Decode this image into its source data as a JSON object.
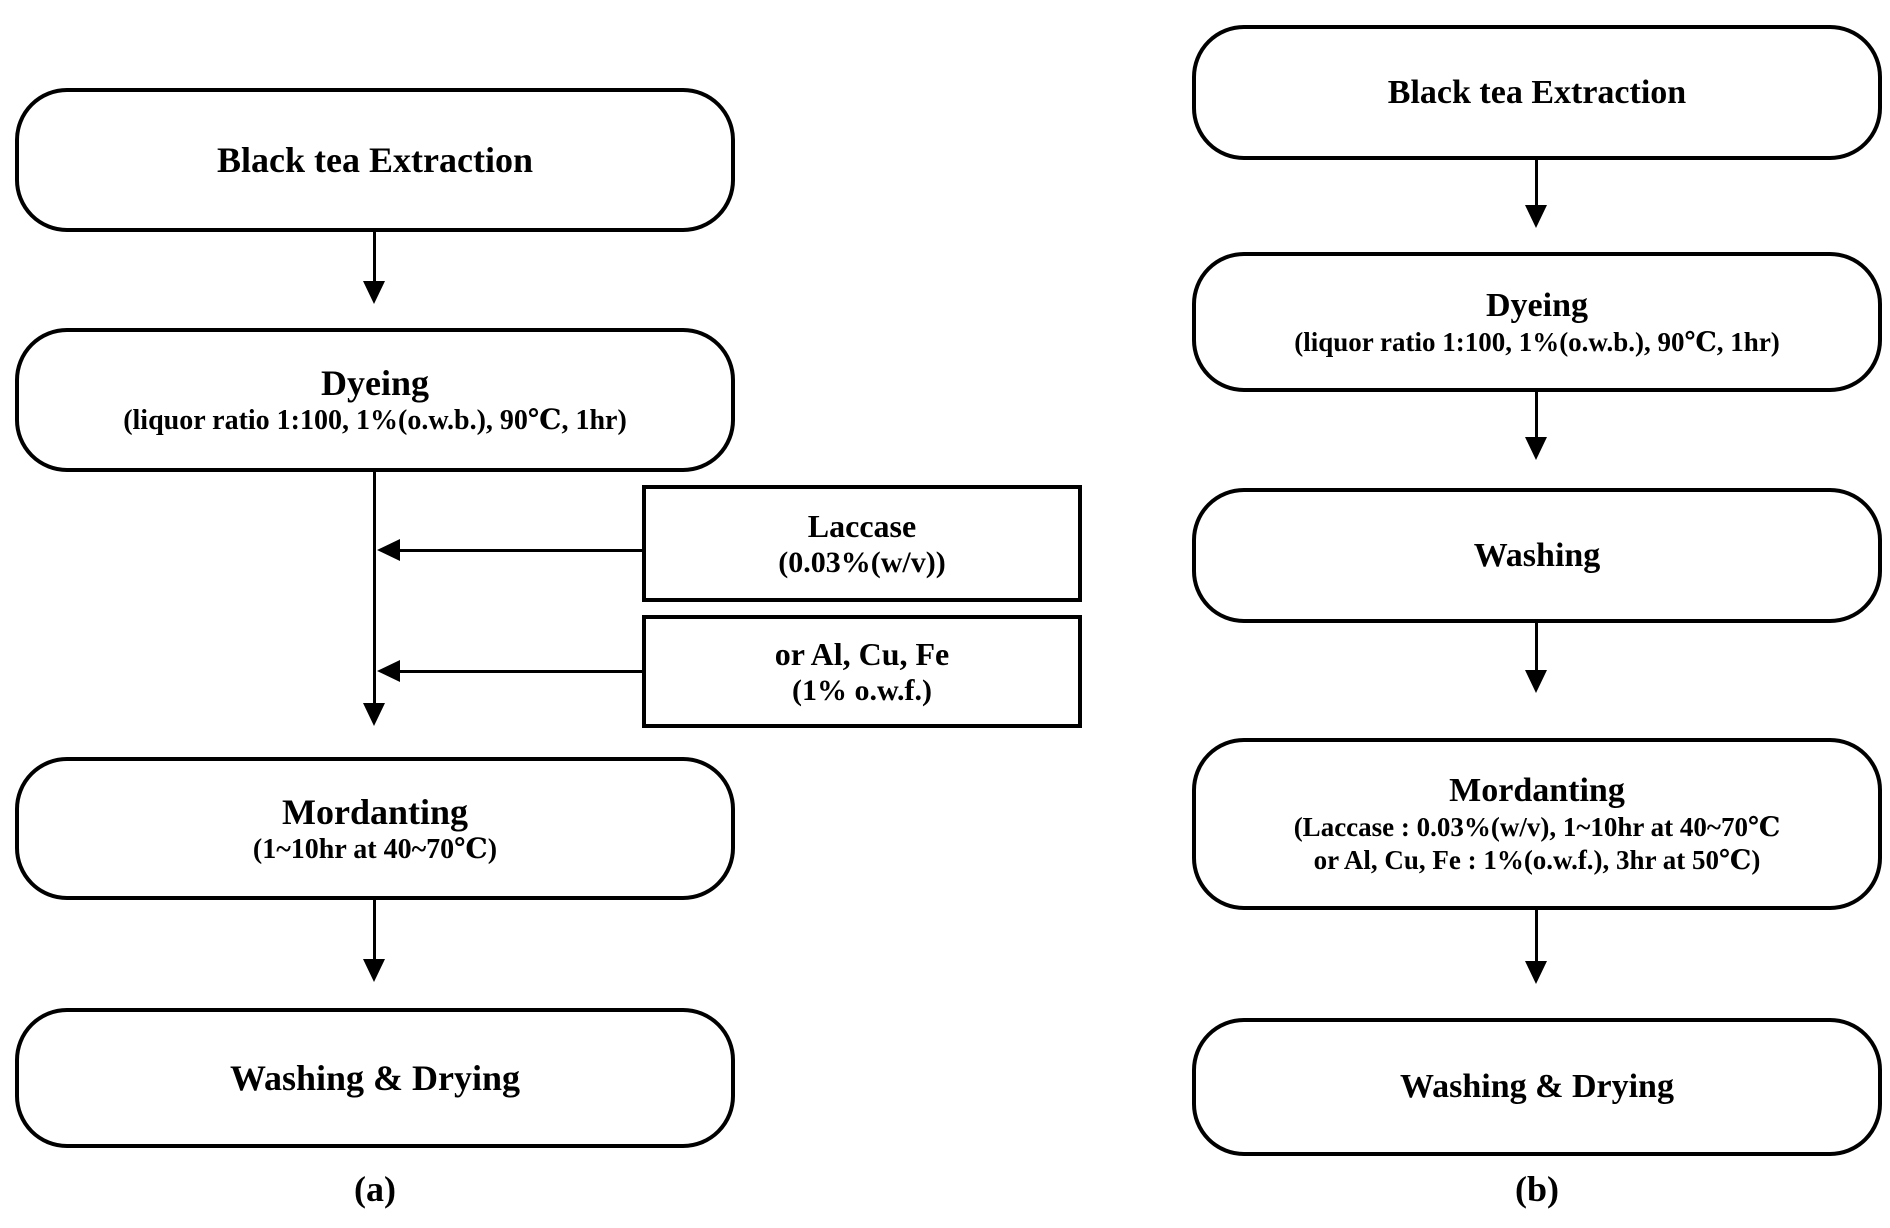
{
  "figure": {
    "background_color": "#ffffff",
    "line_color": "#000000",
    "text_color": "#000000"
  },
  "panel_a": {
    "label": "(a)",
    "nodes": {
      "extraction": {
        "title": "Black tea Extraction"
      },
      "dyeing": {
        "title": "Dyeing",
        "subtitle": "(liquor ratio 1:100, 1%(o.w.b.), 90℃, 1hr)"
      },
      "laccase": {
        "title": "Laccase",
        "subtitle": "(0.03%(w/v))"
      },
      "metal_mordant": {
        "title": "or Al, Cu, Fe",
        "subtitle": "(1% o.w.f.)"
      },
      "mordanting": {
        "title": "Mordanting",
        "subtitle": "(1~10hr at 40~70℃)"
      },
      "washing_drying": {
        "title": "Washing & Drying"
      }
    }
  },
  "panel_b": {
    "label": "(b)",
    "nodes": {
      "extraction": {
        "title": "Black tea Extraction"
      },
      "dyeing": {
        "title": "Dyeing",
        "subtitle": "(liquor ratio 1:100, 1%(o.w.b.), 90℃, 1hr)"
      },
      "washing": {
        "title": "Washing"
      },
      "mordanting": {
        "title": "Mordanting",
        "subtitle_line1": "(Laccase : 0.03%(w/v), 1~10hr at 40~70℃",
        "subtitle_line2": "or Al, Cu, Fe : 1%(o.w.f.), 3hr at 50℃)"
      },
      "washing_drying": {
        "title": "Washing & Drying"
      }
    }
  }
}
